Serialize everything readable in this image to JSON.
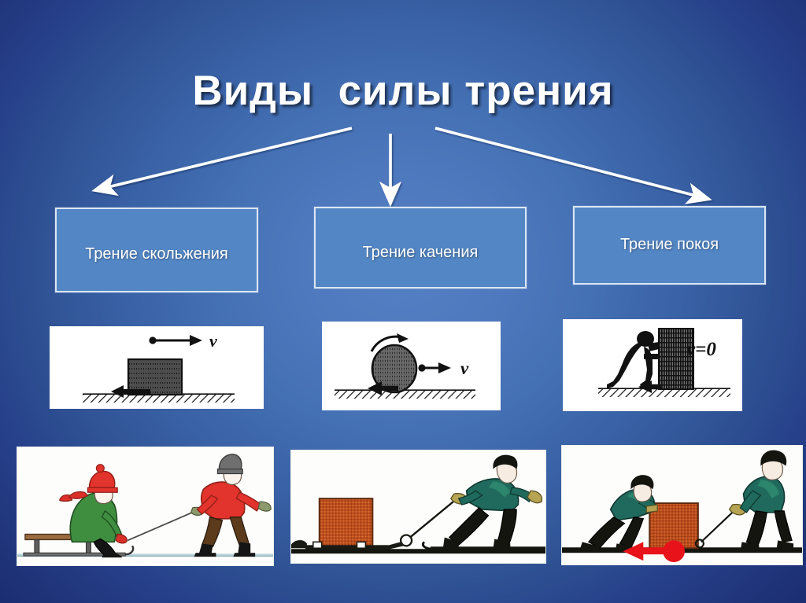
{
  "slide": {
    "title": "Виды  силы трения",
    "background": {
      "center_color": "#5480c4",
      "edge_color": "#172462"
    }
  },
  "categories": [
    {
      "label": "Трение скольжения",
      "box_color": "#5386c4",
      "border_color": "#dbe6f4",
      "diagram": {
        "name": "sliding-friction-diagram",
        "velocity_label": "v",
        "description": "block sliding on hatched surface with friction arrow"
      },
      "photo": {
        "name": "sled-pulling-photo",
        "description": "child in green coat on a sled pulled by a boy in a red jacket"
      }
    },
    {
      "label": "Трение качения",
      "box_color": "#5386c4",
      "border_color": "#dbe6f4",
      "diagram": {
        "name": "rolling-friction-diagram",
        "velocity_label": "v",
        "description": "rolling wheel on hatched surface with rotation arrow and friction arrow"
      },
      "photo": {
        "name": "cart-pulling-photo",
        "description": "man in green jacket pulling a wheeled cart carrying an orange crate"
      }
    },
    {
      "label": "Трение покоя",
      "box_color": "#5386c4",
      "border_color": "#dbe6f4",
      "diagram": {
        "name": "static-friction-diagram",
        "velocity_label": "v=0",
        "description": "person pushing a stationary block with friction arrow"
      },
      "photo": {
        "name": "box-pushing-pulling-photo",
        "description": "two men pushing and pulling an orange box, red arrow pointing left",
        "annotation_arrow_color": "#e8131a"
      }
    }
  ],
  "arrows": [
    {
      "name": "arrow-to-sliding",
      "direction": "down-left"
    },
    {
      "name": "arrow-to-rolling",
      "direction": "down"
    },
    {
      "name": "arrow-to-static",
      "direction": "down-right"
    }
  ]
}
